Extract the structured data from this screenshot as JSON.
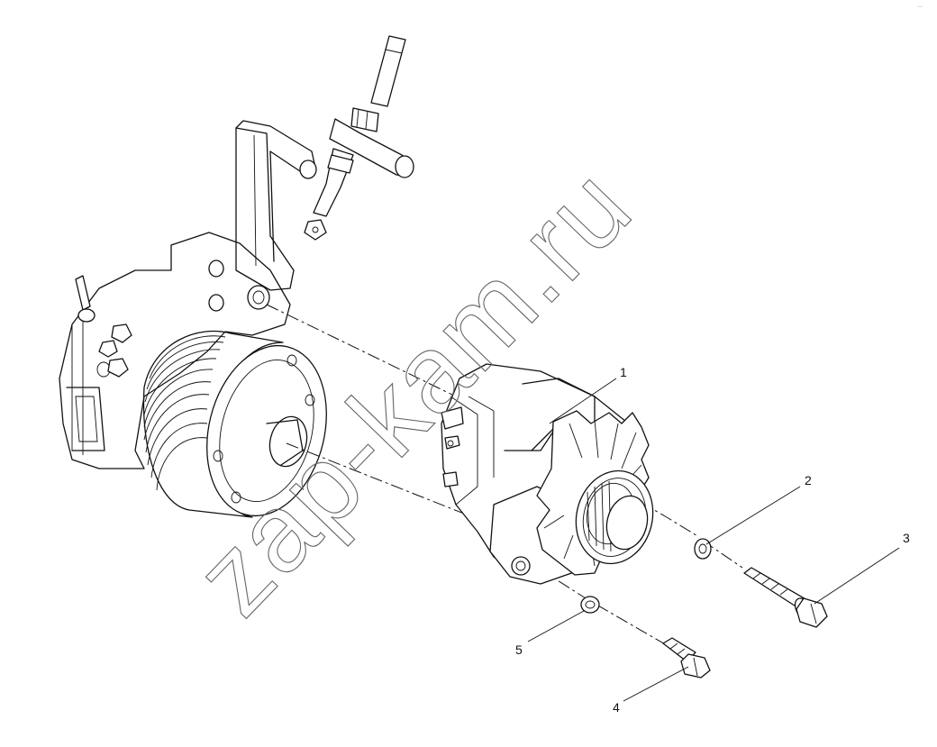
{
  "watermark": "zap-kam.ru",
  "corner_mark": "-- ",
  "callouts": [
    {
      "id": "1",
      "label": "1",
      "part": "alternator"
    },
    {
      "id": "2",
      "label": "2",
      "part": "spacer"
    },
    {
      "id": "3",
      "label": "3",
      "part": "long-flange-bolt"
    },
    {
      "id": "4",
      "label": "4",
      "part": "short-hex-bolt"
    },
    {
      "id": "5",
      "label": "5",
      "part": "washer"
    }
  ]
}
